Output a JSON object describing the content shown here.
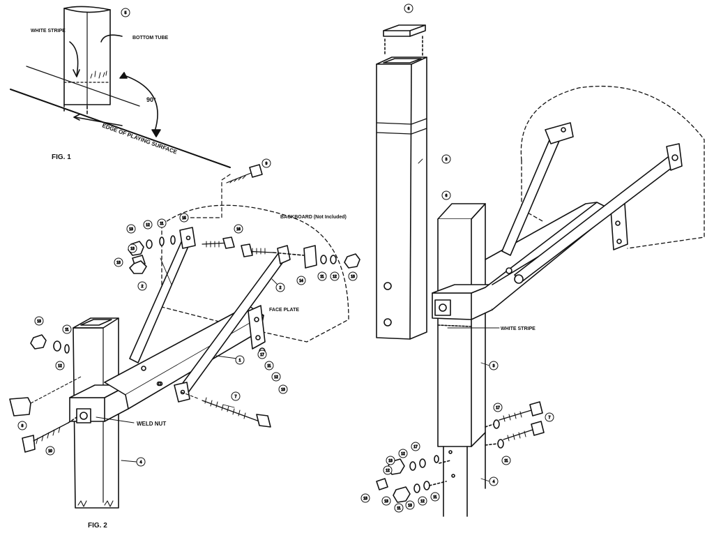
{
  "figures": {
    "fig1": "FIG. 1",
    "fig2": "FIG. 2"
  },
  "labels": {
    "white_stripe_fig1": "WHITE STRIPE",
    "bottom_tube": "BOTTOM TUBE",
    "angle": "90°",
    "edge_of_playing_surface": "EDGE OF PLAYING SURFACE",
    "backboard": "BACKBOARD (Not Included)",
    "face_plate": "FACE PLATE",
    "weld_nut": "WELD NUT",
    "white_stripe_fig3": "WHITE STRIPE"
  },
  "part_numbers": {
    "bottom_tube": "5",
    "cap_top": "6",
    "upper_tube": "3",
    "cap_post": "6",
    "post_upper": "3",
    "post_lower": "4",
    "bolt_9": "9",
    "brace_left": "2",
    "brace_right": "2",
    "arm": "1",
    "bolt_7": "7",
    "bolt_10": "10",
    "bolt_16": "16",
    "bolt_7_fig3": "7",
    "post_4_fig2": "4",
    "cap_8": "8",
    "nut_13a": "13",
    "washer_12a": "12",
    "washer_11a": "11",
    "bracket_15": "15",
    "nut_13b": "13",
    "nut_13c": "13",
    "plate_14": "14",
    "wash_11b": "11",
    "wash_12b": "12",
    "nut_13d": "13",
    "nut_13e": "13",
    "wash_11c": "11",
    "wash_12c": "12",
    "fp_17": "17",
    "fp_11": "11",
    "fp_12": "12",
    "fp_13": "13",
    "r_17": "17",
    "r_11": "11",
    "r_12a": "12",
    "r_12b": "12",
    "r_13a": "13",
    "r_13b": "13",
    "r_11b": "11",
    "r_12c": "12",
    "r_13c": "13",
    "r_13d": "13",
    "r_17b": "17",
    "r_11c": "11"
  }
}
